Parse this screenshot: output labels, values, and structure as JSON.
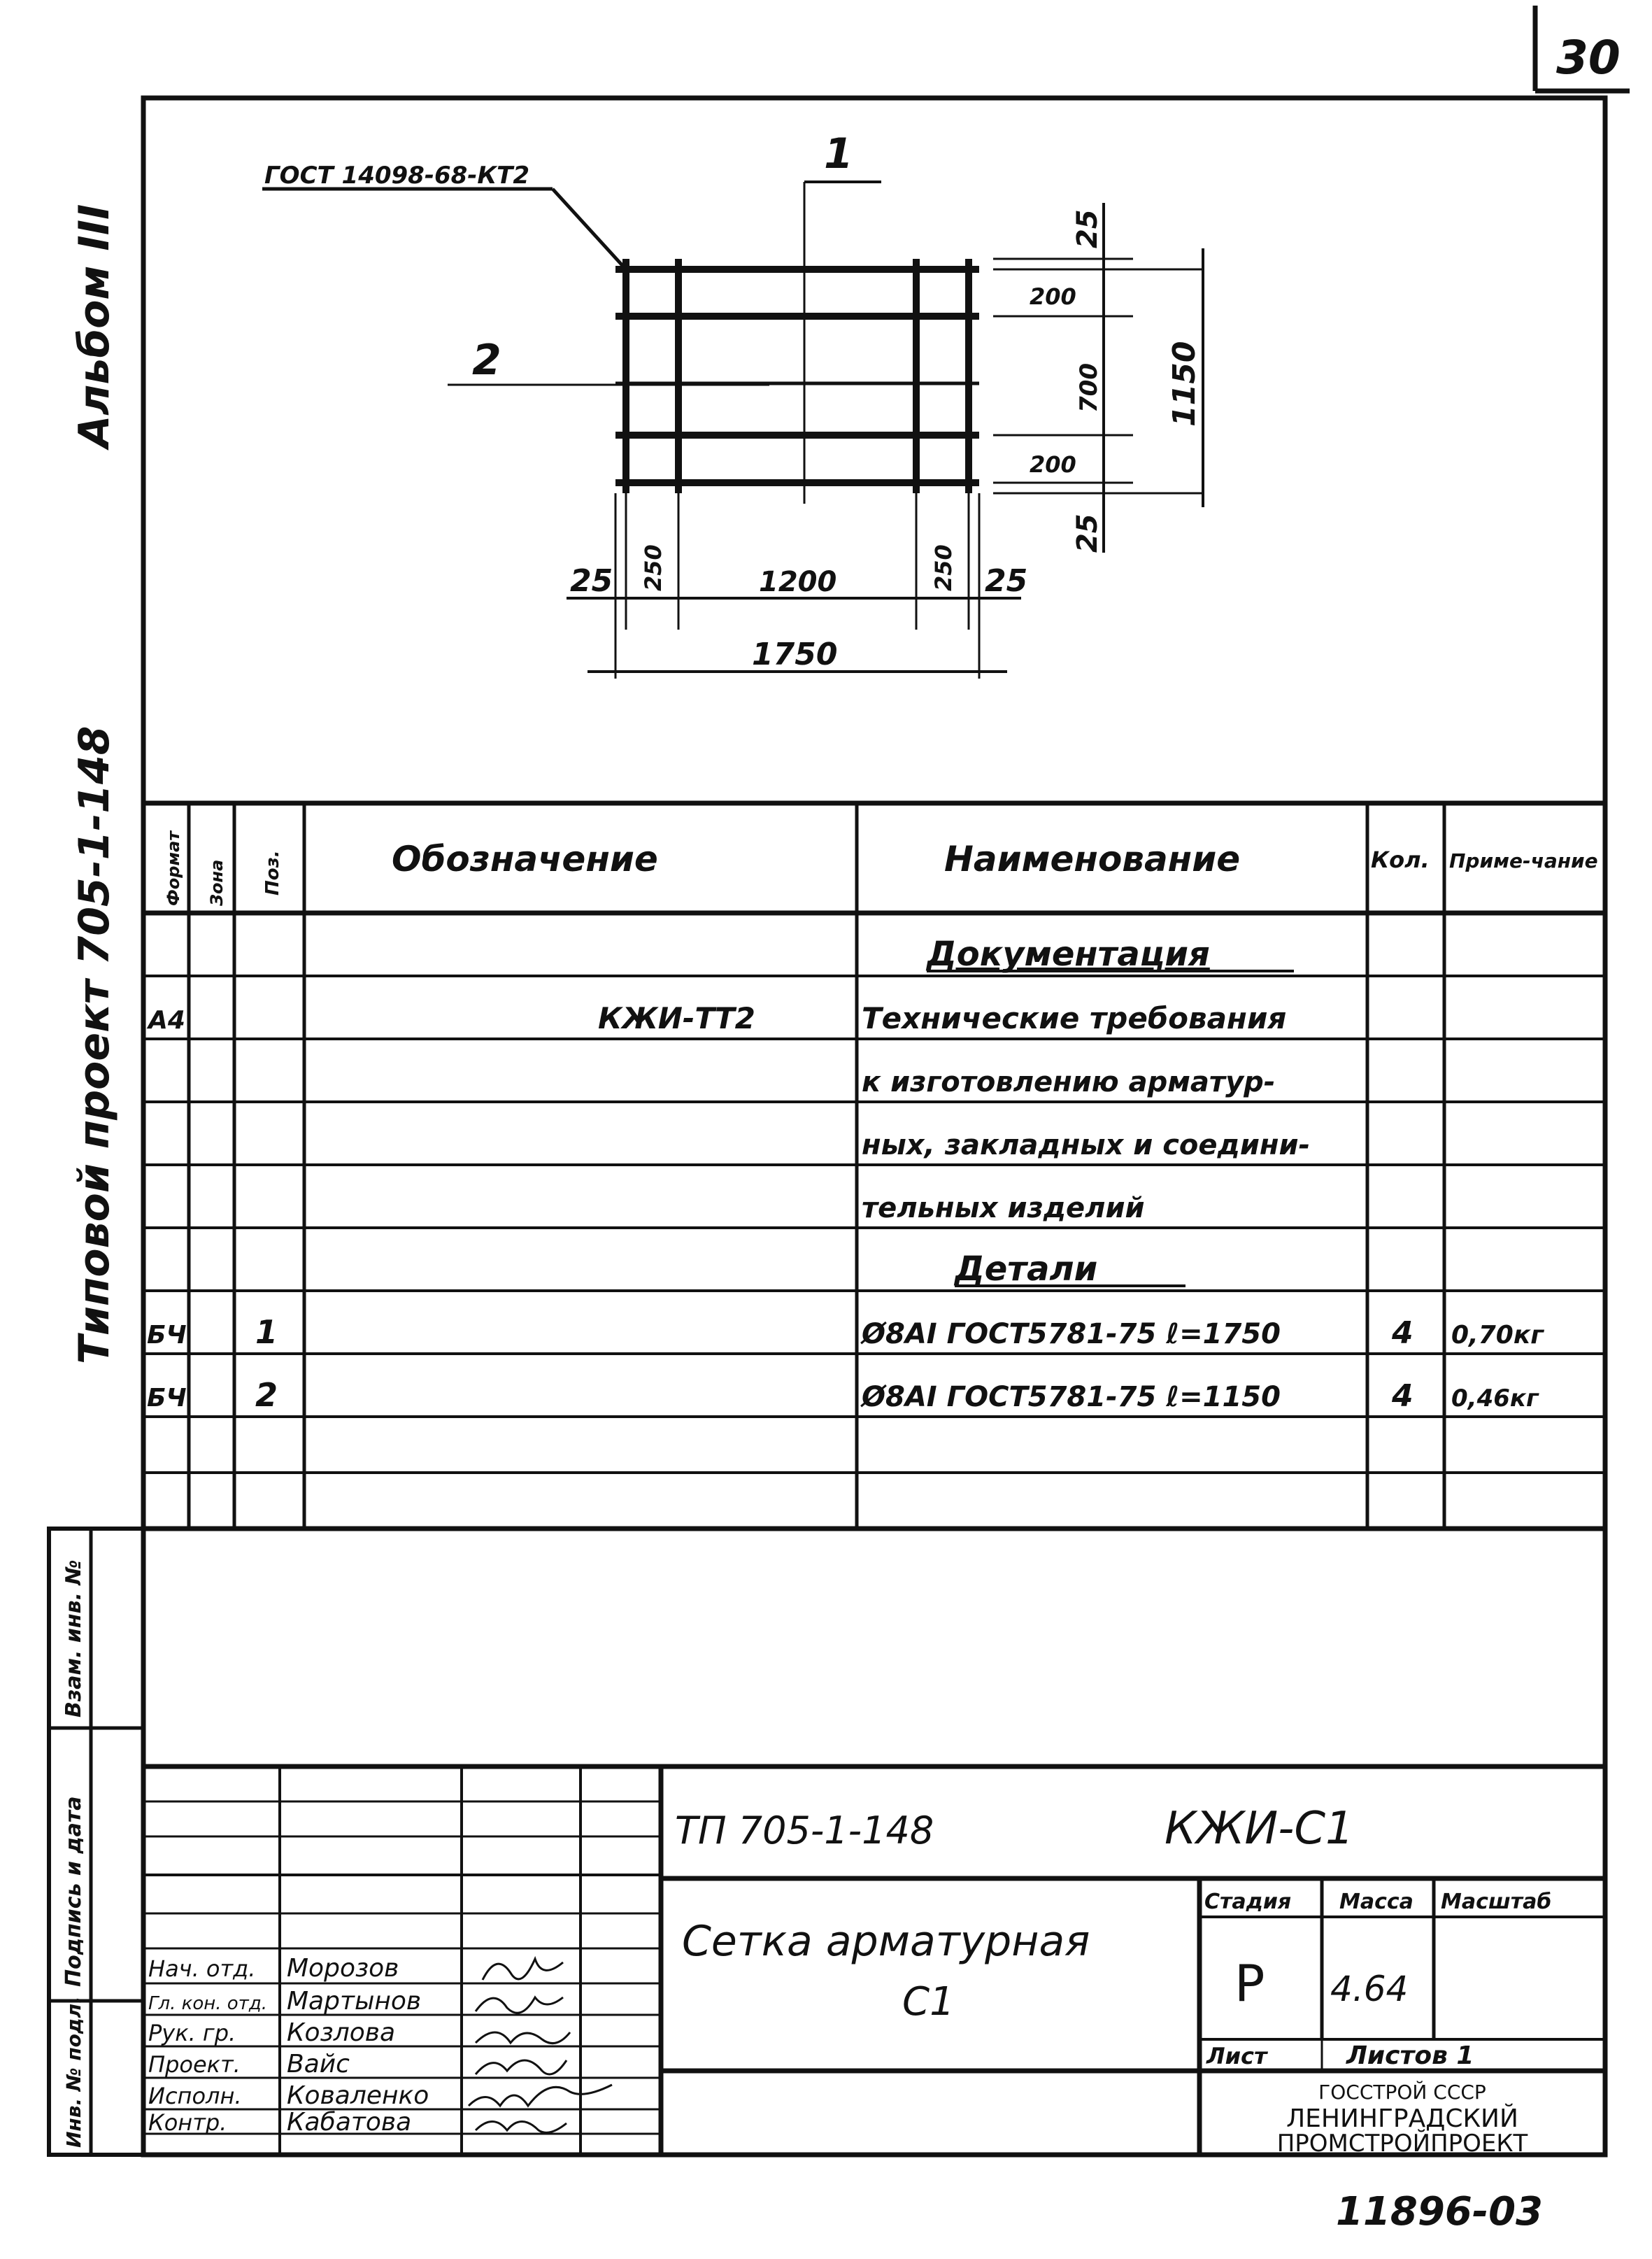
{
  "sheet": {
    "page_number": "30",
    "side_album": "Альбом III",
    "side_project": "Типовой проект 705-1-148",
    "bottom_code": "11896-03"
  },
  "drawing": {
    "gost_label": "ГОСТ 14098-68-КТ2",
    "pos1": "1",
    "pos2": "2",
    "dims_bottom": [
      "25",
      "250",
      "1200",
      "250",
      "25"
    ],
    "dim_total_w": "1750",
    "dims_right": [
      "25",
      "200",
      "700",
      "200",
      "25"
    ],
    "dim_total_h": "1150"
  },
  "spec": {
    "headers": {
      "format": "Формат",
      "zone": "Зона",
      "pos": "Поз.",
      "designation": "Обозначение",
      "name": "Наименование",
      "qty": "Кол.",
      "note": "Приме-чание"
    },
    "rows": [
      {
        "format": "",
        "pos": "",
        "designation": "",
        "name": "Документация",
        "qty": "",
        "note": ""
      },
      {
        "format": "А4",
        "pos": "",
        "designation": "КЖИ-ТТ2",
        "name": "Технические требования",
        "qty": "",
        "note": ""
      },
      {
        "format": "",
        "pos": "",
        "designation": "",
        "name": "к изготовлению арматур-",
        "qty": "",
        "note": ""
      },
      {
        "format": "",
        "pos": "",
        "designation": "",
        "name": "ных, закладных и соедини-",
        "qty": "",
        "note": ""
      },
      {
        "format": "",
        "pos": "",
        "designation": "",
        "name": "тельных изделий",
        "qty": "",
        "note": ""
      },
      {
        "format": "",
        "pos": "",
        "designation": "",
        "name": "Детали",
        "qty": "",
        "note": ""
      },
      {
        "format": "БЧ",
        "pos": "1",
        "designation": "",
        "name": "Ø8AI ГОСТ5781-75 ℓ=1750",
        "qty": "4",
        "note": "0,70кг"
      },
      {
        "format": "БЧ",
        "pos": "2",
        "designation": "",
        "name": "Ø8AI ГОСТ5781-75 ℓ=1150",
        "qty": "4",
        "note": "0,46кг"
      },
      {
        "format": "",
        "pos": "",
        "designation": "",
        "name": "",
        "qty": "",
        "note": ""
      },
      {
        "format": "",
        "pos": "",
        "designation": "",
        "name": "",
        "qty": "",
        "note": ""
      }
    ]
  },
  "margin_labels": {
    "vzam": "Взам. инв. №",
    "podpis": "Подпись и дата",
    "inv": "Инв. № подл."
  },
  "title_block": {
    "code": "ТП 705-1-148",
    "mark": "КЖИ-С1",
    "title_line1": "Сетка арматурная",
    "title_line2": "С1",
    "stage_label": "Стадия",
    "mass_label": "Масса",
    "scale_label": "Масштаб",
    "stage_value": "Р",
    "mass_value": "4.64",
    "sheet_label": "Лист",
    "sheets_label": "Листов 1",
    "org_line1": "ГОССТРОЙ СССР",
    "org_line2": "ЛЕНИНГРАДСКИЙ",
    "org_line3": "ПРОМСТРОЙПРОЕКТ",
    "people": [
      {
        "role": "Нач. отд.",
        "name": "Морозов"
      },
      {
        "role": "Гл. кон. отд.",
        "name": "Мартынов"
      },
      {
        "role": "Рук. гр.",
        "name": "Козлова"
      },
      {
        "role": "Проект.",
        "name": "Вайс"
      },
      {
        "role": "Исполн.",
        "name": "Коваленко"
      },
      {
        "role": "Контр.",
        "name": "Кабатова"
      }
    ]
  }
}
